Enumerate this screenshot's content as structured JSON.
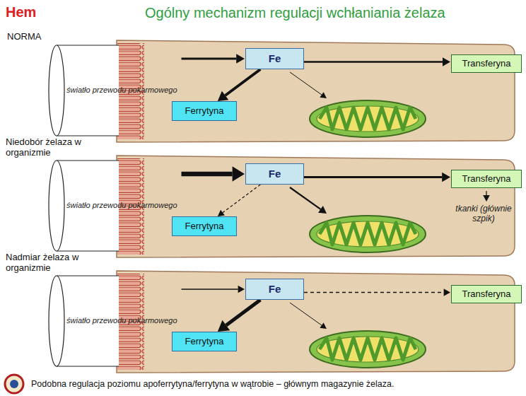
{
  "diagram": {
    "title": "Ogólny mechanizm regulacji wchłaniania żelaza",
    "caption": "Podobna regulacja poziomu apoferrytyna/ferrytyna w wątrobie – głównym magazynie żelaza.",
    "nodes": [
      {
        "text": [
          "światło przewodu pokarmowego"
        ]
      },
      {
        "text": [
          "Fe"
        ]
      },
      {
        "text": [
          "Ferrytyna"
        ]
      },
      {
        "text": [
          "Transferyna"
        ]
      },
      {
        "text": [
          "światło przewodu pokarmowego"
        ]
      },
      {
        "text": [
          "Fe"
        ]
      },
      {
        "text": [
          "Ferrytyna"
        ]
      },
      {
        "text": [
          "Transferyna"
        ]
      },
      {
        "text": [
          "światło przewodu pokarmowego"
        ]
      },
      {
        "text": [
          "Fe"
        ]
      },
      {
        "text": [
          "Ferrytyna"
        ]
      },
      {
        "text": [
          "Transferyna"
        ]
      }
    ],
    "edges": [
      {
        "from": 0,
        "to": 1,
        "arrow": "to"
      },
      {
        "from": 1,
        "to": 2,
        "arrow": "to"
      },
      {
        "from": 1,
        "to": 3,
        "arrow": "to"
      },
      {
        "from": 4,
        "to": 5,
        "arrow": "to"
      },
      {
        "from": 5,
        "to": 6,
        "arrow": "to"
      },
      {
        "from": 5,
        "to": 7,
        "arrow": "to"
      },
      {
        "from": 8,
        "to": 9,
        "arrow": "to"
      },
      {
        "from": 9,
        "to": 10,
        "arrow": "to"
      },
      {
        "from": 9,
        "to": 11,
        "arrow": "to"
      }
    ],
    "labels": [
      "Hem",
      "NORMA",
      "Niedobór żelaza w organizmie",
      "Nadmiar żelaza w organizmie",
      "tkanki (głównie szpik)"
    ]
  }
}
